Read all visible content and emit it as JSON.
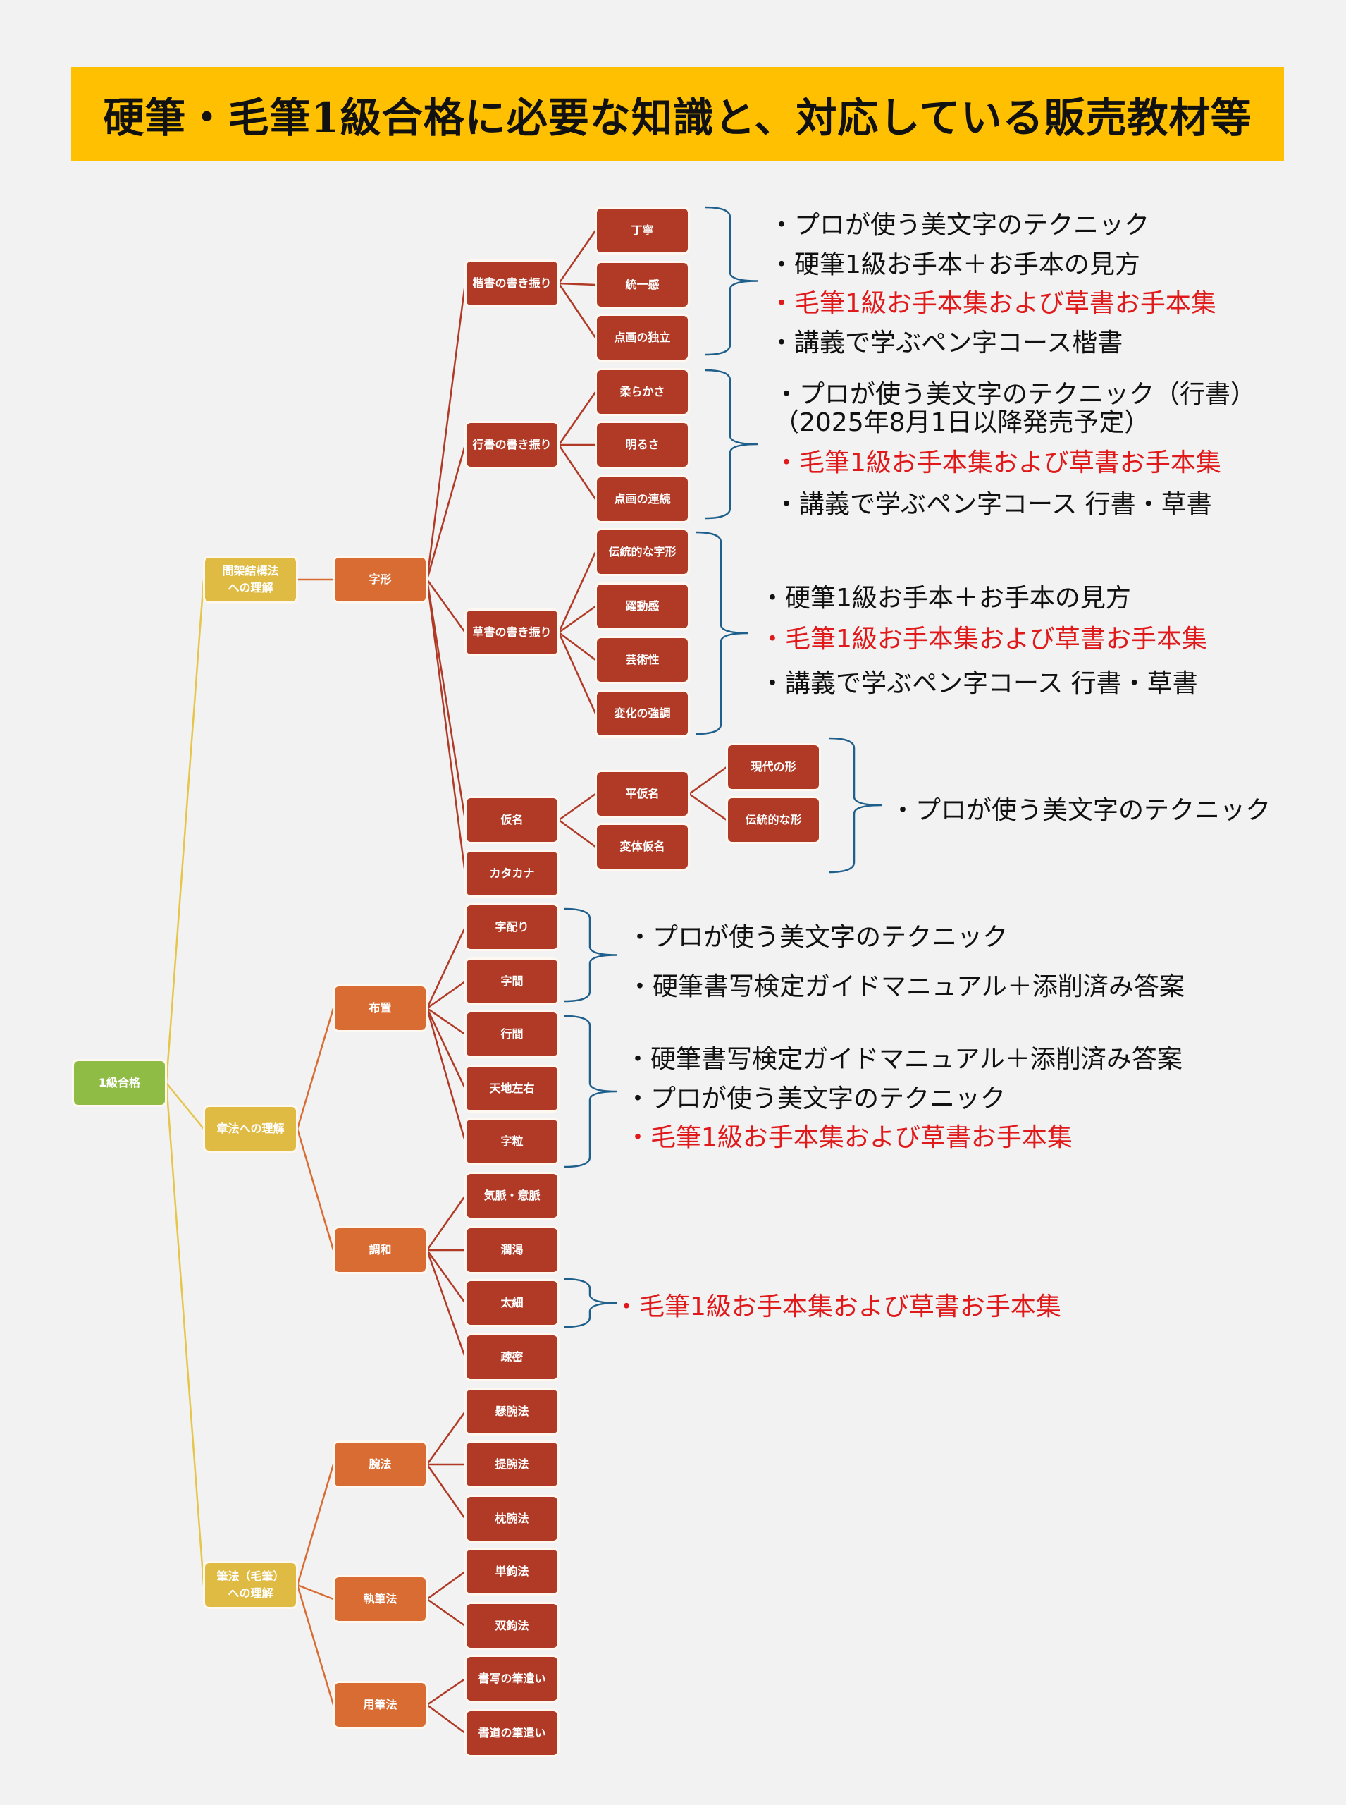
{
  "title": "硬筆・毛筆1級合格に必要な知識と、対応している販売教材等",
  "colors": {
    "root": "#8fbc45",
    "level1": "#dfbb44",
    "level2": "#d96c33",
    "leaf": "#b03a26",
    "bracket": "#1f5f8b",
    "highlight": "#e0191b",
    "banner": "#fec000"
  },
  "nodes": [
    {
      "id": "root",
      "label": "1級合格",
      "parent": null
    },
    {
      "id": "kanka",
      "label": "間架結構法\nへの理解",
      "parent": "root"
    },
    {
      "id": "jikei",
      "label": "字形",
      "parent": "kanka"
    },
    {
      "id": "kaisho",
      "label": "楷書の書き振り",
      "parent": "jikei"
    },
    {
      "id": "teinei",
      "label": "丁寧",
      "parent": "kaisho"
    },
    {
      "id": "toitsu",
      "label": "統一感",
      "parent": "kaisho"
    },
    {
      "id": "dokuritsu",
      "label": "点画の独立",
      "parent": "kaisho"
    },
    {
      "id": "gyosho",
      "label": "行書の書き振り",
      "parent": "jikei"
    },
    {
      "id": "yawaraka",
      "label": "柔らかさ",
      "parent": "gyosho"
    },
    {
      "id": "akarusa",
      "label": "明るさ",
      "parent": "gyosho"
    },
    {
      "id": "renzoku",
      "label": "点画の連続",
      "parent": "gyosho"
    },
    {
      "id": "sosho",
      "label": "草書の書き振り",
      "parent": "jikei"
    },
    {
      "id": "dentoji",
      "label": "伝統的な字形",
      "parent": "sosho"
    },
    {
      "id": "yakudo",
      "label": "躍動感",
      "parent": "sosho"
    },
    {
      "id": "geijutsu",
      "label": "芸術性",
      "parent": "sosho"
    },
    {
      "id": "henka",
      "label": "変化の強調",
      "parent": "sosho"
    },
    {
      "id": "kana",
      "label": "仮名",
      "parent": "jikei"
    },
    {
      "id": "hiragana",
      "label": "平仮名",
      "parent": "kana"
    },
    {
      "id": "gendai",
      "label": "現代の形",
      "parent": "hiragana"
    },
    {
      "id": "dentokei",
      "label": "伝統的な形",
      "parent": "hiragana"
    },
    {
      "id": "hentai",
      "label": "変体仮名",
      "parent": "kana"
    },
    {
      "id": "katakana",
      "label": "カタカナ",
      "parent": "jikei"
    },
    {
      "id": "shoho",
      "label": "章法への理解",
      "parent": "root"
    },
    {
      "id": "fuchi",
      "label": "布置",
      "parent": "shoho"
    },
    {
      "id": "jikubari",
      "label": "字配り",
      "parent": "fuchi"
    },
    {
      "id": "jikan",
      "label": "字間",
      "parent": "fuchi"
    },
    {
      "id": "gyokan",
      "label": "行間",
      "parent": "fuchi"
    },
    {
      "id": "tenchi",
      "label": "天地左右",
      "parent": "fuchi"
    },
    {
      "id": "jitsubu",
      "label": "字粒",
      "parent": "fuchi"
    },
    {
      "id": "chowa",
      "label": "調和",
      "parent": "shoho"
    },
    {
      "id": "kimyaku",
      "label": "気脈・意脈",
      "parent": "chowa"
    },
    {
      "id": "junkatsu",
      "label": "潤渇",
      "parent": "chowa"
    },
    {
      "id": "taisai",
      "label": "太細",
      "parent": "chowa"
    },
    {
      "id": "somitsu",
      "label": "疎密",
      "parent": "chowa"
    },
    {
      "id": "hitsuho",
      "label": "筆法（毛筆）\nへの理解",
      "parent": "root"
    },
    {
      "id": "wanpo",
      "label": "腕法",
      "parent": "hitsuho"
    },
    {
      "id": "kenwan",
      "label": "懸腕法",
      "parent": "wanpo"
    },
    {
      "id": "teiwan",
      "label": "提腕法",
      "parent": "wanpo"
    },
    {
      "id": "chinwan",
      "label": "枕腕法",
      "parent": "wanpo"
    },
    {
      "id": "shippitsu",
      "label": "執筆法",
      "parent": "hitsuho"
    },
    {
      "id": "tanko",
      "label": "単鉤法",
      "parent": "shippitsu"
    },
    {
      "id": "soko",
      "label": "双鉤法",
      "parent": "shippitsu"
    },
    {
      "id": "yohitsu",
      "label": "用筆法",
      "parent": "hitsuho"
    },
    {
      "id": "shosha",
      "label": "書写の筆遣い",
      "parent": "yohitsu"
    },
    {
      "id": "shodo",
      "label": "書道の筆遣い",
      "parent": "yohitsu"
    }
  ],
  "notes": [
    {
      "items": [
        {
          "text": "・プロが使う美文字のテクニック",
          "red": false
        },
        {
          "text": "・硬筆1級お手本＋お手本の見方",
          "red": false
        },
        {
          "text": "・毛筆1級お手本集および草書お手本集",
          "red": true
        },
        {
          "text": "・講義で学ぶペン字コース楷書",
          "red": false
        }
      ]
    },
    {
      "items": [
        {
          "text": "・プロが使う美文字のテクニック（行書）",
          "red": false
        },
        {
          "text": "（2025年8月1日以降発売予定）",
          "red": false
        },
        {
          "text": "・毛筆1級お手本集および草書お手本集",
          "red": true
        },
        {
          "text": "・講義で学ぶペン字コース 行書・草書",
          "red": false
        }
      ]
    },
    {
      "items": [
        {
          "text": "・硬筆1級お手本＋お手本の見方",
          "red": false
        },
        {
          "text": "・毛筆1級お手本集および草書お手本集",
          "red": true
        },
        {
          "text": "・講義で学ぶペン字コース 行書・草書",
          "red": false
        }
      ]
    },
    {
      "items": [
        {
          "text": "・プロが使う美文字のテクニック",
          "red": false
        }
      ]
    },
    {
      "items": [
        {
          "text": "・プロが使う美文字のテクニック",
          "red": false
        },
        {
          "text": "・硬筆書写検定ガイドマニュアル＋添削済み答案",
          "red": false
        }
      ]
    },
    {
      "items": [
        {
          "text": "・硬筆書写検定ガイドマニュアル＋添削済み答案",
          "red": false
        },
        {
          "text": "・プロが使う美文字のテクニック",
          "red": false
        },
        {
          "text": "・毛筆1級お手本集および草書お手本集",
          "red": true
        }
      ]
    },
    {
      "items": [
        {
          "text": "・毛筆1級お手本集および草書お手本集",
          "red": true
        }
      ]
    }
  ]
}
